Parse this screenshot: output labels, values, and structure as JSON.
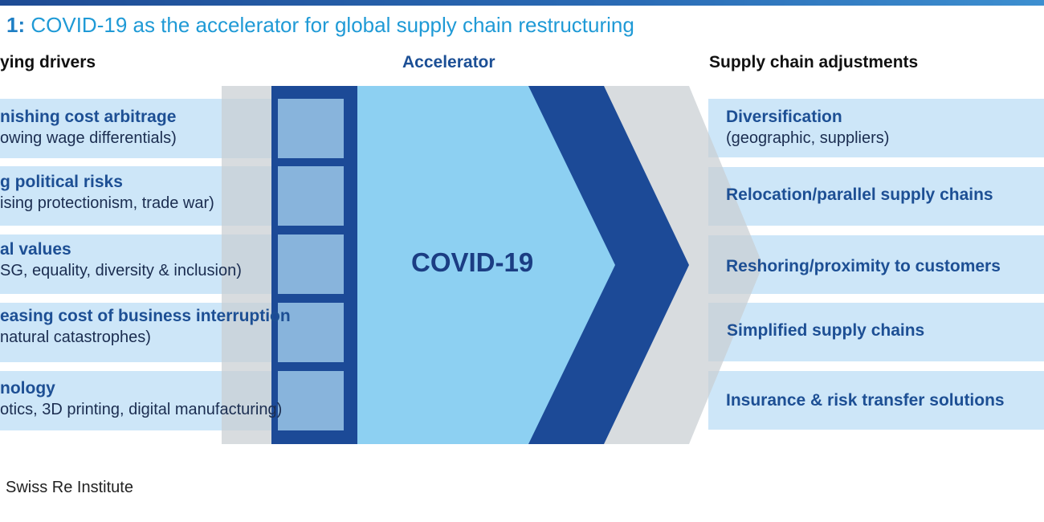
{
  "title": {
    "number": "1:",
    "text": "COVID-19 as the accelerator for global supply chain restructuring"
  },
  "headings": {
    "drivers": "ying drivers",
    "accelerator": "Accelerator",
    "adjustments": "Supply chain adjustments"
  },
  "drivers": [
    {
      "title": "nishing cost arbitrage",
      "subtitle": "owing wage differentials)"
    },
    {
      "title": "g political risks",
      "subtitle": "ising protectionism, trade war)"
    },
    {
      "title": "al values",
      "subtitle": "SG, equality, diversity & inclusion)"
    },
    {
      "title": "easing cost of business interruption",
      "subtitle": "natural catastrophes)"
    },
    {
      "title": "nology",
      "subtitle": "otics, 3D printing, digital manufacturing)"
    }
  ],
  "accelerator_label": "COVID-19",
  "adjustments": [
    {
      "title": "Diversification",
      "subtitle": "(geographic, suppliers)"
    },
    {
      "title": "Relocation/parallel supply chains",
      "subtitle": ""
    },
    {
      "title": "Reshoring/proximity to customers",
      "subtitle": ""
    },
    {
      "title": "Simplified supply chains",
      "subtitle": ""
    },
    {
      "title": "Insurance & risk transfer solutions",
      "subtitle": ""
    }
  ],
  "source": "Swiss Re Institute",
  "colors": {
    "box_fill": "#cde6f8",
    "gray_arrow": "#d5dadd",
    "dark_blue": "#1c4a97",
    "light_blue": "#8dd0f2",
    "mid_blue": "#88b4dc",
    "title_blue": "#1f9ad6"
  }
}
